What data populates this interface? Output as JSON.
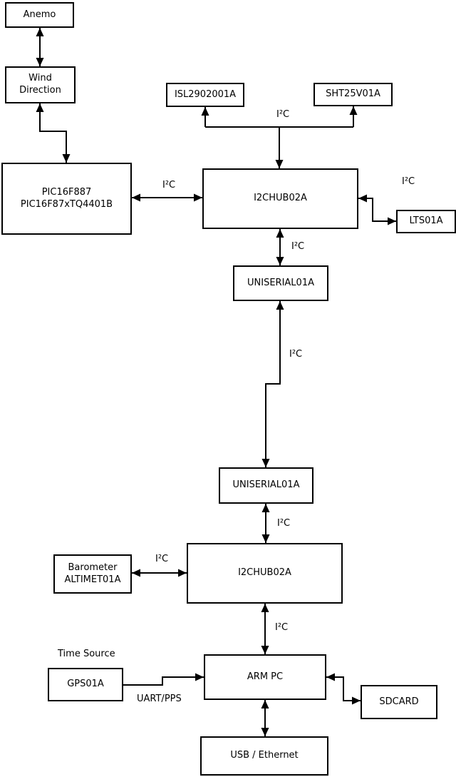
{
  "diagram": {
    "background_color": "#ffffff",
    "line_color": "#000000",
    "nodes": {
      "anemo": {
        "label": "Anemo"
      },
      "wind_direction": {
        "label": "Wind\nDirection"
      },
      "pic": {
        "label": "PIC16F887\nPIC16F87xTQ4401B"
      },
      "isl": {
        "label": "ISL2902001A"
      },
      "sht": {
        "label": "SHT25V01A"
      },
      "i2c_hub_top": {
        "label": "I2CHUB02A"
      },
      "lts": {
        "label": "LTS01A"
      },
      "uniserial_top": {
        "label": "UNISERIAL01A"
      },
      "uniserial_bottom": {
        "label": "UNISERIAL01A"
      },
      "barometer": {
        "label": "Barometer\nALTIMET01A"
      },
      "i2c_hub_bottom": {
        "label": "I2CHUB02A"
      },
      "gps": {
        "label": "GPS01A"
      },
      "arm_pc": {
        "label": "ARM PC"
      },
      "sdcard": {
        "label": "SDCARD"
      },
      "usb_ethernet": {
        "label": "USB / Ethernet"
      }
    },
    "edge_labels": {
      "i2c": "I²C",
      "uart_pps": "UART/PPS",
      "time_source": "Time Source"
    }
  }
}
